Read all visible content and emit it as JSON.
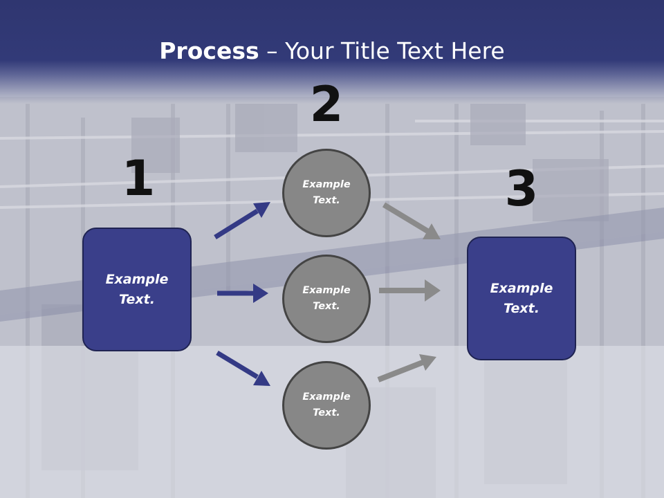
{
  "slide": {
    "title_bold": "Process",
    "title_rest": " – Your Title Text Here"
  },
  "steps": {
    "step1_number": "1",
    "step2_number": "2",
    "step3_number": "3"
  },
  "nodes": {
    "left_box": "Example\nText.",
    "right_box": "Example\nText.",
    "circle_top": "Example\nText.",
    "circle_middle": "Example\nText.",
    "circle_bottom": "Example\nText."
  },
  "colors": {
    "header": "#323a78",
    "box_fill": "#3a3f8a",
    "circle_fill": "#878787",
    "arrow_blue": "#343a85",
    "arrow_gray": "#8a8a8a"
  }
}
